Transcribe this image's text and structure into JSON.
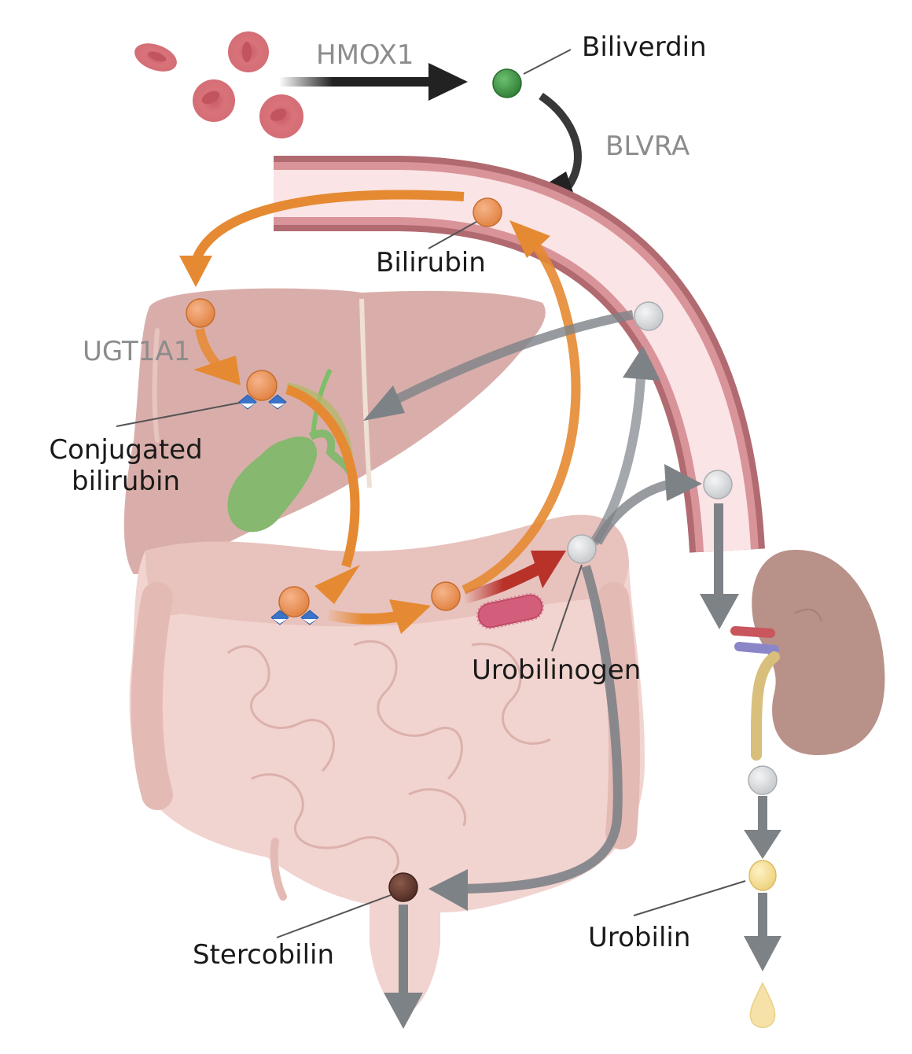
{
  "title": "Bilirubin metabolism pathway",
  "enzymes": {
    "hmox1": "HMOX1",
    "blvra": "BLVRA",
    "ugt1a1": "UGT1A1"
  },
  "molecules": {
    "biliverdin": "Biliverdin",
    "bilirubin": "Bilirubin",
    "conjugated_bilirubin_line1": "Conjugated",
    "conjugated_bilirubin_line2": "bilirubin",
    "urobilinogen": "Urobilinogen",
    "stercobilin": "Stercobilin",
    "urobilin": "Urobilin"
  },
  "colors": {
    "biliverdin": "#3a8a3e",
    "bilirubin": "#e8925a",
    "urobilinogen": "#d4d6d8",
    "stercobilin": "#6b3e33",
    "urobilin": "#f2d98a",
    "enzyme_arrow": "#222222",
    "orange_flow": "#e58a32",
    "gray_flow": "#7d8287",
    "bacterial_flow": "#b8322a",
    "vessel_wall": "#b06a70",
    "vessel_lumen": "#fbe4e6",
    "liver": "#d9aeaa",
    "gallbladder": "#86b870",
    "intestine": "#f1d3cf",
    "kidney": "#b89189",
    "rbc": "#d9737a",
    "glucuronide": "#3a74c8"
  }
}
